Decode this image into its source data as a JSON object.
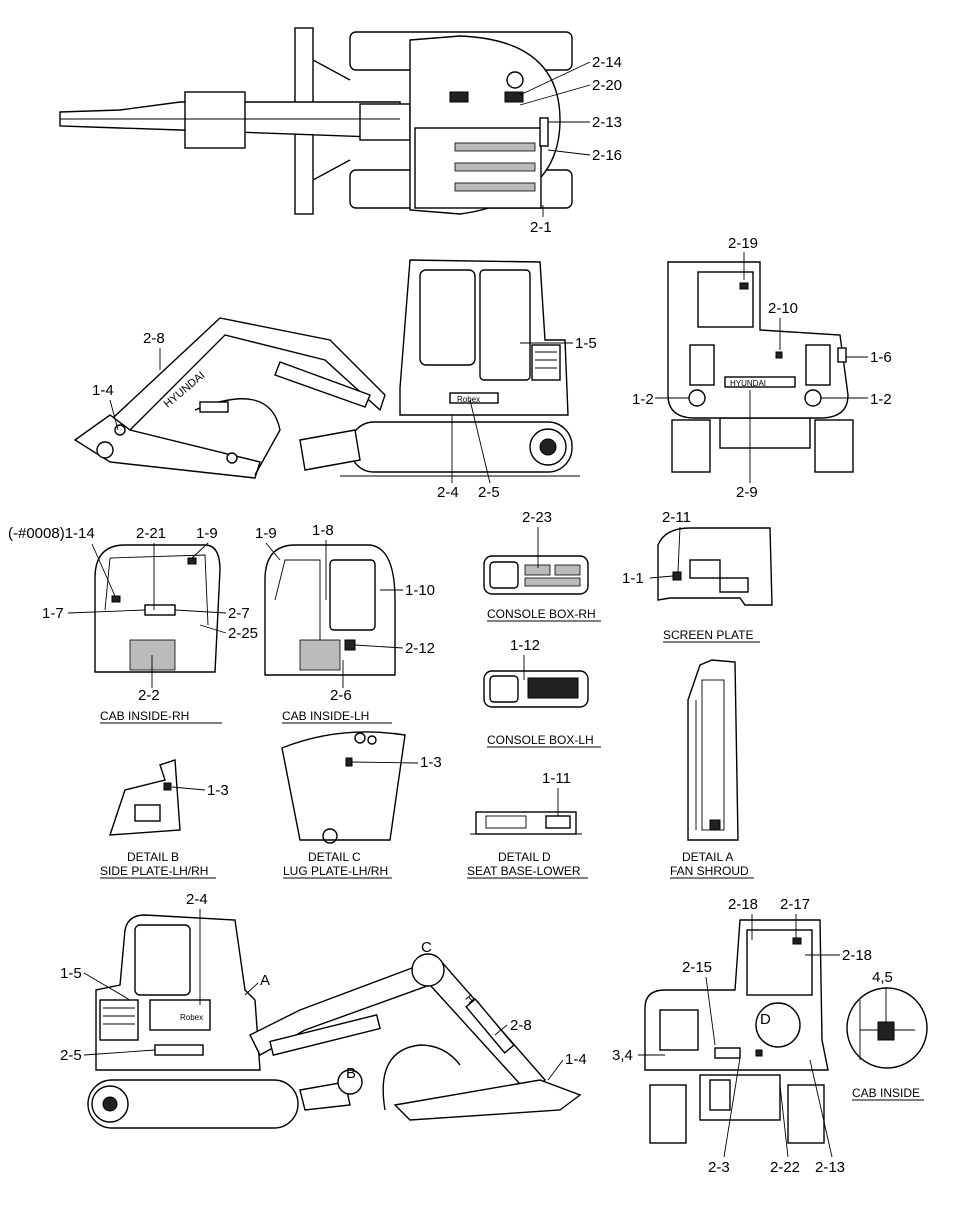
{
  "labels": {
    "top_2_14": "2-14",
    "top_2_20": "2-20",
    "top_2_13": "2-13",
    "top_2_16": "2-16",
    "top_2_1": "2-1",
    "side_2_8": "2-8",
    "side_1_4": "1-4",
    "side_1_5": "1-5",
    "side_2_4": "2-4",
    "side_2_5": "2-5",
    "rear_2_19": "2-19",
    "rear_2_10": "2-10",
    "rear_1_6": "1-6",
    "rear_1_2_left": "1-2",
    "rear_1_2_right": "1-2",
    "rear_2_9": "2-9",
    "cabrh_1_14": "(-#0008)1-14",
    "cabrh_2_21": "2-21",
    "cabrh_1_9": "1-9",
    "cabrh_1_7": "1-7",
    "cabrh_2_7": "2-7",
    "cabrh_2_25": "2-25",
    "cabrh_2_2": "2-2",
    "cablh_1_9": "1-9",
    "cablh_1_8": "1-8",
    "cablh_1_10": "1-10",
    "cablh_2_12": "2-12",
    "cablh_2_6": "2-6",
    "conrh_2_23": "2-23",
    "conlh_1_12": "1-12",
    "screen_2_11": "2-11",
    "screen_1_1": "1-1",
    "detb_1_3": "1-3",
    "detc_1_3": "1-3",
    "detd_1_11": "1-11",
    "low_2_4": "2-4",
    "low_1_5": "1-5",
    "low_2_5": "2-5",
    "low_A": "A",
    "low_B": "B",
    "low_C": "C",
    "low_2_8": "2-8",
    "low_1_4": "1-4",
    "front_2_18_top": "2-18",
    "front_2_17": "2-17",
    "front_2_18_right": "2-18",
    "front_2_15": "2-15",
    "front_D": "D",
    "front_3_4": "3,4",
    "front_2_3": "2-3",
    "front_2_22": "2-22",
    "front_2_13": "2-13",
    "cabinside_4_5": "4,5"
  },
  "captions": {
    "cab_inside_rh": "CAB INSIDE-RH",
    "cab_inside_lh": "CAB INSIDE-LH",
    "console_box_rh": "CONSOLE BOX-RH",
    "console_box_lh": "CONSOLE BOX-LH",
    "screen_plate": "SCREEN PLATE",
    "detail_b": "DETAIL B",
    "side_plate": "SIDE PLATE-LH/RH",
    "detail_c": "DETAIL C",
    "lug_plate": "LUG PLATE-LH/RH",
    "detail_d": "DETAIL D",
    "seat_base": "SEAT BASE-LOWER",
    "detail_a": "DETAIL A",
    "fan_shroud": "FAN SHROUD",
    "cab_inside": "CAB INSIDE"
  },
  "decals": {
    "brand": "HYUNDAI",
    "side_brand": "Robex"
  }
}
